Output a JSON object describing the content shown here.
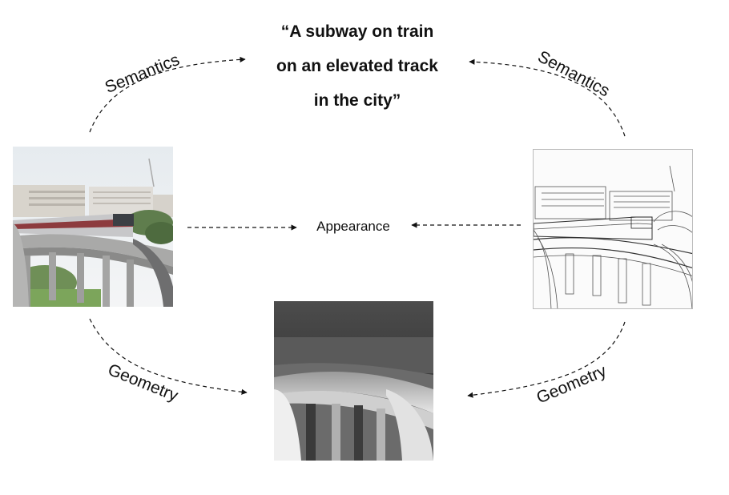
{
  "caption": {
    "line1": "“A subway on train",
    "line2": "on an elevated track",
    "line3": "in the city”"
  },
  "labels": {
    "semantics_left": "Semantics",
    "semantics_right": "Semantics",
    "appearance": "Appearance",
    "geometry_left": "Geometry",
    "geometry_right": "Geometry"
  },
  "images": {
    "photo": "photo of train on elevated track",
    "sketch": "edge sketch of train on elevated track",
    "depth": "depth map of elevated track"
  }
}
